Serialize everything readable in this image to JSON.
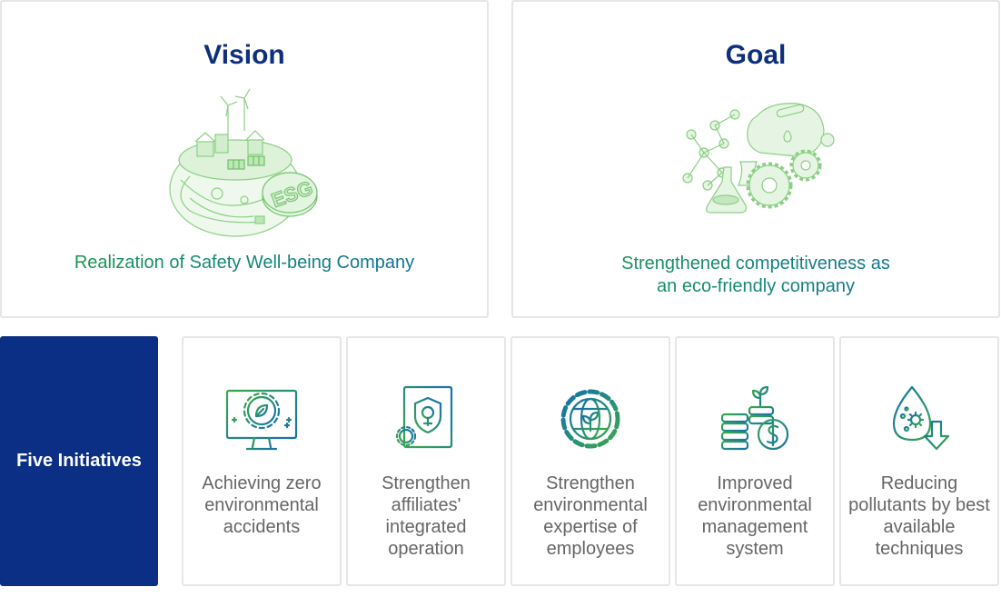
{
  "vision": {
    "title": "Vision",
    "description": "Realization of Safety Well-being Company",
    "illustration_icon": "esg-globe-illustration"
  },
  "goal": {
    "title": "Goal",
    "description_lines": [
      "Strengthened competitiveness as",
      "an eco-friendly company"
    ],
    "illustration_icon": "chemical-plant-gears-illustration"
  },
  "initiatives": {
    "heading": "Five Initiatives",
    "items": [
      {
        "label": "Achieving zero environmental accidents",
        "icon": "monitor-gear-leaf-icon"
      },
      {
        "label": "Strengthen affiliates' integrated operation",
        "icon": "document-shield-tree-icon"
      },
      {
        "label": "Strengthen environmental expertise of employees",
        "icon": "gear-globe-sprout-icon"
      },
      {
        "label": "Improved environmental management system",
        "icon": "coins-sprout-dollar-icon"
      },
      {
        "label": "Reducing pollutants by best available techniques",
        "icon": "droplet-virus-arrow-icon"
      }
    ]
  },
  "colors": {
    "navy": "#0e2f7c",
    "initiatives_bg": "#0a2f85",
    "green": "#1c9a3c",
    "teal": "#148678",
    "blue": "#0f66a6",
    "card_border": "#e6e6e6",
    "body_text": "#666666"
  }
}
